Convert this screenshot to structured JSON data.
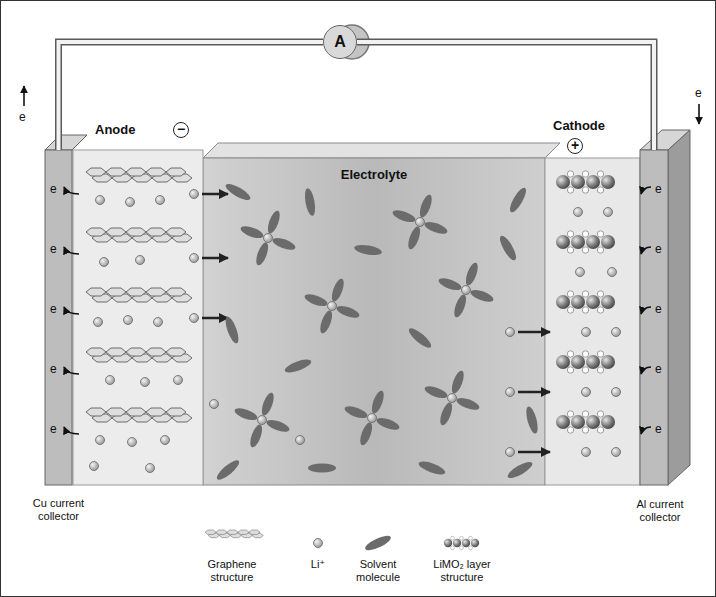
{
  "diagram": {
    "nodes": [
      {
        "text": [
          "A"
        ]
      },
      {
        "text": [
          "Cu current collector"
        ]
      },
      {
        "text": [
          "Anode",
          "−"
        ]
      },
      {
        "text": [
          "Electrolyte"
        ]
      },
      {
        "text": [
          "Cathode",
          "+"
        ]
      },
      {
        "text": [
          "Al current collector"
        ]
      }
    ],
    "edges": [
      {
        "from": 1,
        "to": 0,
        "arrow": "none"
      },
      {
        "from": 0,
        "to": 5,
        "arrow": "none"
      }
    ],
    "labels": [
      "e",
      "e",
      "e",
      "e",
      "e",
      "e",
      "e",
      "e",
      "e",
      "e",
      "e",
      "e"
    ],
    "legend": [
      {
        "text": "Graphene structure"
      },
      {
        "text": "Li⁺"
      },
      {
        "text": "Solvent molecule"
      },
      {
        "text": "LiMO₂ layer structure"
      }
    ]
  }
}
